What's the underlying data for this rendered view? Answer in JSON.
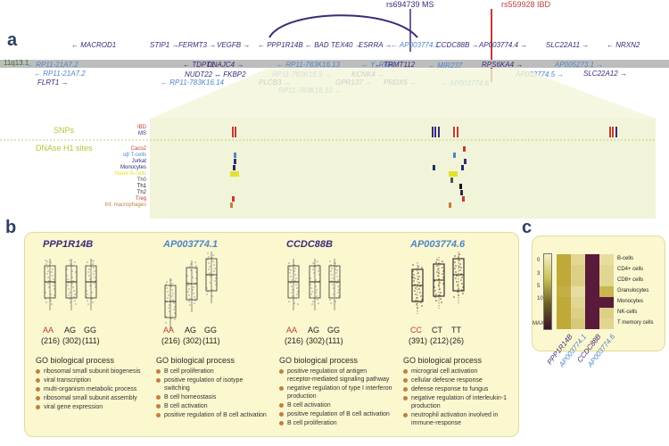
{
  "colors": {
    "dark_gene": "#3b2a78",
    "light_gene": "#4f86c6",
    "ibd": "#c23b34",
    "ms": "#3b2a78",
    "card_bg": "#fbf7cf",
    "go_bullet": "#c27f3d",
    "snp_label": "#b8c43a"
  },
  "panel_a": {
    "letter": "a",
    "chrom_label": "11q13.1",
    "snp1": "rs694739 MS",
    "snp2": "rs559928 IBD",
    "genes": [
      {
        "label": "MACROD1",
        "tone": "dk",
        "dir": "left"
      },
      {
        "label": "STIP1",
        "tone": "dk",
        "dir": "right"
      },
      {
        "label": "FERMT3",
        "tone": "dk",
        "dir": "right"
      },
      {
        "label": "VEGFB",
        "tone": "dk",
        "dir": "right"
      },
      {
        "label": "PPP1R14B",
        "tone": "dk",
        "dir": "left"
      },
      {
        "label": "BAD",
        "tone": "dk",
        "dir": "left"
      },
      {
        "label": "TEX40",
        "tone": "dk",
        "dir": "right"
      },
      {
        "label": "ESRRA",
        "tone": "dk",
        "dir": "right"
      },
      {
        "label": "AP003774.1",
        "tone": "lt",
        "dir": "left"
      },
      {
        "label": "CCDC88B",
        "tone": "dk",
        "dir": "right"
      },
      {
        "label": "AP003774.4",
        "tone": "dk",
        "dir": "right"
      },
      {
        "label": "SLC22A11",
        "tone": "dk",
        "dir": "right"
      },
      {
        "label": "NRXN2",
        "tone": "dk",
        "dir": "left"
      },
      {
        "label": "RP11-21A7.2",
        "tone": "lt",
        "dir": "left"
      },
      {
        "label": "TDPT1",
        "tone": "dk",
        "dir": "left"
      },
      {
        "label": "DNAJC4",
        "tone": "dk",
        "dir": "right"
      },
      {
        "label": "RP11-783K16.13",
        "tone": "lt",
        "dir": "left"
      },
      {
        "label": "Y_RNA",
        "tone": "lt",
        "dir": "left"
      },
      {
        "label": "TRMT112",
        "tone": "dk",
        "dir": "left"
      },
      {
        "label": "MIR237",
        "tone": "lt",
        "dir": "left"
      },
      {
        "label": "RPS6KA4",
        "tone": "dk",
        "dir": "right"
      },
      {
        "label": "AP005273.1",
        "tone": "lt",
        "dir": "right"
      },
      {
        "label": "RP11-21A7.2",
        "tone": "lt",
        "dir": "left"
      },
      {
        "label": "NUDT22",
        "tone": "dk",
        "dir": "right"
      },
      {
        "label": "FKBP2",
        "tone": "dk",
        "dir": "left"
      },
      {
        "label": "RP11-783K16.5",
        "tone": "lt",
        "dir": "right"
      },
      {
        "label": "KCNK4",
        "tone": "dk",
        "dir": "right"
      },
      {
        "label": "AP003774.5",
        "tone": "lt",
        "dir": "right"
      },
      {
        "label": "SLC22A12",
        "tone": "dk",
        "dir": "right"
      },
      {
        "label": "FLRT1",
        "tone": "dk",
        "dir": "right"
      },
      {
        "label": "RP11-783K16.14",
        "tone": "lt",
        "dir": "left"
      },
      {
        "label": "PLCB3",
        "tone": "dk",
        "dir": "right"
      },
      {
        "label": "GPR137",
        "tone": "dk",
        "dir": "right"
      },
      {
        "label": "PRDX5",
        "tone": "dk",
        "dir": "right"
      },
      {
        "label": "AP003774.6",
        "tone": "lt",
        "dir": "left"
      },
      {
        "label": "RP11-783K16.10",
        "tone": "lt",
        "dir": "right"
      }
    ],
    "snps_label": "SNPs",
    "dnase_label": "DNAse H1 sites",
    "snp_tracks": [
      {
        "label": "IBD",
        "color": "#c23b34"
      },
      {
        "label": "MS",
        "color": "#3b2a78"
      }
    ],
    "dnase_tracks": [
      {
        "label": "Caco2",
        "color": "#c23b34"
      },
      {
        "label": "αβ T-cells",
        "color": "#4f86c6"
      },
      {
        "label": "Jurkat",
        "color": "#3b2a78"
      },
      {
        "label": "Monocytes",
        "color": "#1f2f6b"
      },
      {
        "label": "Naive B-cells",
        "color": "#e5e02f"
      },
      {
        "label": "Th0",
        "color": "#555555"
      },
      {
        "label": "Th1",
        "color": "#111111"
      },
      {
        "label": "Th2",
        "color": "#2a2a4a"
      },
      {
        "label": "Treg",
        "color": "#c23b34"
      },
      {
        "label": "Inf. macrophages",
        "color": "#c27f3d"
      }
    ]
  },
  "panel_b": {
    "letter": "b",
    "plots": [
      {
        "title": "PPP1R14B",
        "tone": "dk",
        "genotypes": [
          "AA",
          "AG",
          "GG"
        ],
        "genotype_colors": [
          "#c23b34",
          "#222222",
          "#222222"
        ],
        "counts": [
          "(216)",
          "(302)",
          "(111)"
        ],
        "go_head": "GO biological process",
        "go": [
          "ribosomal small subunit biogenesis",
          "viral transcription",
          "multi-organism metabolic process",
          "ribosomal small subunit assembly",
          "viral gene expression"
        ]
      },
      {
        "title": "AP003774.1",
        "tone": "lt",
        "genotypes": [
          "AA",
          "AG",
          "GG"
        ],
        "genotype_colors": [
          "#c23b34",
          "#222222",
          "#222222"
        ],
        "counts": [
          "(216)",
          "(302)",
          "(111)"
        ],
        "go_head": "GO biological process",
        "go": [
          "B cell proliferation",
          "positive regulation of isotype switching",
          "B cell homeostasis",
          "B cell activation",
          "positive regulation of B cell activation"
        ]
      },
      {
        "title": "CCDC88B",
        "tone": "dk",
        "genotypes": [
          "AA",
          "AG",
          "GG"
        ],
        "genotype_colors": [
          "#c23b34",
          "#222222",
          "#222222"
        ],
        "counts": [
          "(216)",
          "(302)",
          "(111)"
        ],
        "go_head": "GO biological process",
        "go": [
          "positive regulation of antigen receptor-mediated signaling pathway",
          "negative regulation of type I interferon production",
          "B cell activation",
          "positive regulation of B cell activation",
          "B cell proliferation"
        ]
      },
      {
        "title": "AP003774.6",
        "tone": "lt",
        "genotypes": [
          "CC",
          "CT",
          "TT"
        ],
        "genotype_colors": [
          "#c23b34",
          "#222222",
          "#222222"
        ],
        "counts": [
          "(391)",
          "(212)",
          "(26)"
        ],
        "go_head": "GO biological process",
        "go": [
          "microgrial cell activation",
          "cellular defesne response",
          "defense response to fungus",
          "negative regulation of interleukin-1 production",
          "neutrophil activation involved in immune-response"
        ]
      }
    ]
  },
  "panel_c": {
    "letter": "c",
    "scale": [
      "0",
      "3",
      "5",
      "10",
      "MAX"
    ],
    "rows": [
      "B-cells",
      "CD4+ cells",
      "CD8+ cells",
      "Granulocytes",
      "Monocytes",
      "NK-cells",
      "T memory cells"
    ],
    "cols": [
      {
        "label": "PPP1R14B",
        "tone": "dk"
      },
      {
        "label": "AP003774.1",
        "tone": "lt"
      },
      {
        "label": "CCDC88B",
        "tone": "dk"
      },
      {
        "label": "AP003774.6",
        "tone": "lt"
      }
    ],
    "matrix": [
      [
        0.55,
        0.2,
        1.0,
        0.15
      ],
      [
        0.55,
        0.25,
        1.0,
        0.2
      ],
      [
        0.55,
        0.25,
        1.0,
        0.2
      ],
      [
        0.5,
        0.15,
        1.0,
        0.45
      ],
      [
        0.55,
        0.2,
        1.0,
        1.0
      ],
      [
        0.55,
        0.25,
        1.0,
        0.25
      ],
      [
        0.55,
        0.3,
        1.0,
        0.2
      ]
    ]
  }
}
